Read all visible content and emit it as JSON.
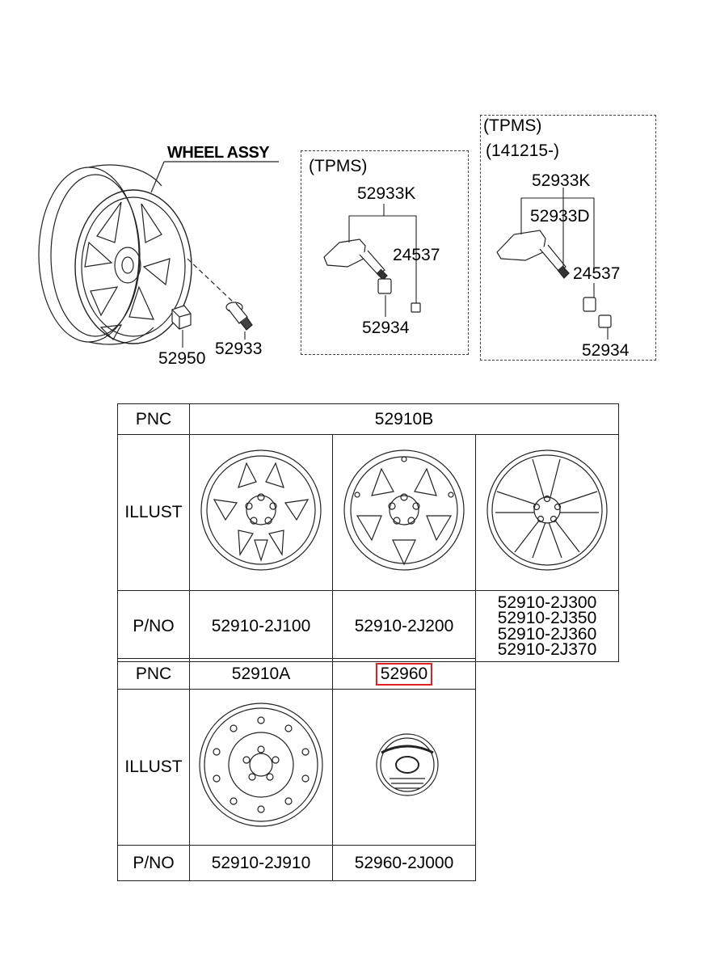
{
  "diagram": {
    "wheel_assy_title": "WHEEL ASSY",
    "callouts": {
      "nut": "52950",
      "valve": "52933"
    },
    "tpms_box_1": {
      "title": "(TPMS)",
      "sensor_kit": "52933K",
      "cap": "24537",
      "valve_core": "52934"
    },
    "tpms_box_2": {
      "title": "(TPMS)",
      "date": "(141215-)",
      "sensor_kit": "52933K",
      "sensor": "52933D",
      "cap": "24537",
      "valve_core": "52934"
    }
  },
  "parts_table": {
    "row_labels": {
      "pnc": "PNC",
      "illust": "ILLUST",
      "pno": "P/NO"
    },
    "top": {
      "pnc": "52910B",
      "pno_1": "52910-2J100",
      "pno_2": "52910-2J200",
      "pno_3": [
        "52910-2J300",
        "52910-2J350",
        "52910-2J360",
        "52910-2J370"
      ]
    },
    "bottom": {
      "pnc_1": "52910A",
      "pnc_2": "52960",
      "pno_1": "52910-2J910",
      "pno_2": "52960-2J000"
    }
  },
  "colors": {
    "line": "#222222",
    "highlight": "#e02020",
    "box_dash": "#444444"
  }
}
